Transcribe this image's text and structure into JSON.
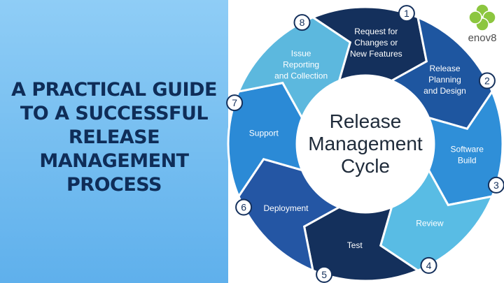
{
  "headline": {
    "lines": [
      "A PRACTICAL GUIDE",
      "TO A SUCCESSFUL",
      "RELEASE",
      "MANAGEMENT",
      "PROCESS"
    ]
  },
  "logo": {
    "text": "enov8",
    "icon": "four-leaf-clover-icon"
  },
  "diagram": {
    "center_lines": [
      "Release",
      "Management",
      "Cycle"
    ],
    "steps": [
      {
        "number": "1",
        "lines": [
          "Request for",
          "Changes or",
          "New Features"
        ],
        "color": "#14305c"
      },
      {
        "number": "2",
        "lines": [
          "Release",
          "Planning",
          "and Design"
        ],
        "color": "#1e56a0"
      },
      {
        "number": "3",
        "lines": [
          "Software",
          "Build"
        ],
        "color": "#2f8fd8"
      },
      {
        "number": "4",
        "lines": [
          "Review"
        ],
        "color": "#59bce4"
      },
      {
        "number": "5",
        "lines": [
          "Test"
        ],
        "color": "#14305c"
      },
      {
        "number": "6",
        "lines": [
          "Deployment"
        ],
        "color": "#2456a4"
      },
      {
        "number": "7",
        "lines": [
          "Support"
        ],
        "color": "#2b8ad6"
      },
      {
        "number": "8",
        "lines": [
          "Issue",
          "Reporting",
          "and Collection"
        ],
        "color": "#5cb8de"
      }
    ]
  },
  "colors": {
    "left_background": "#74bdf0",
    "headline_text": "#0f2d58",
    "badge_fill": "#ffffff",
    "badge_stroke": "#14305c",
    "logo_green": "#8cc63f",
    "logo_text": "#4d4d4d"
  }
}
